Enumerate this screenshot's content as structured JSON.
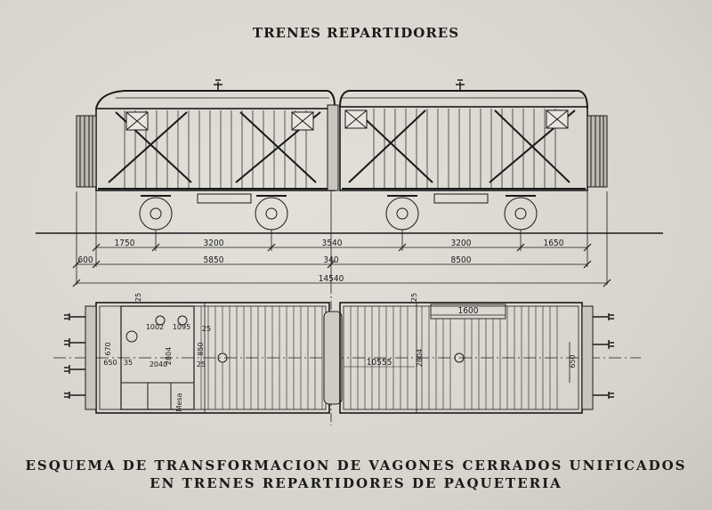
{
  "header": {
    "title": "TRENES REPARTIDORES"
  },
  "caption": {
    "line1": "ESQUEMA DE TRANSFORMACION DE VAGONES CERRADOS UNIFICADOS",
    "line2": "EN TRENES REPARTIDORES DE PAQUETERIA"
  },
  "dimensions": {
    "row1": [
      "1750",
      "3200",
      "3540",
      "3200",
      "1650"
    ],
    "row2": [
      "600",
      "5850",
      "340",
      "8500"
    ],
    "total": "14540"
  },
  "plan_labels": {
    "l1600": "1600",
    "l10555": "10555",
    "l2804a": "2804",
    "l2804b": "2804",
    "l650a": "650",
    "l650b": "650",
    "l850": "850",
    "l2040": "2040",
    "l1002": "1002",
    "l25a": "25",
    "l25b": "25",
    "l25c": "25",
    "l25d": "25",
    "l670": "670",
    "l35": "35",
    "l1095": "1095",
    "lmesa": "Mesa"
  }
}
